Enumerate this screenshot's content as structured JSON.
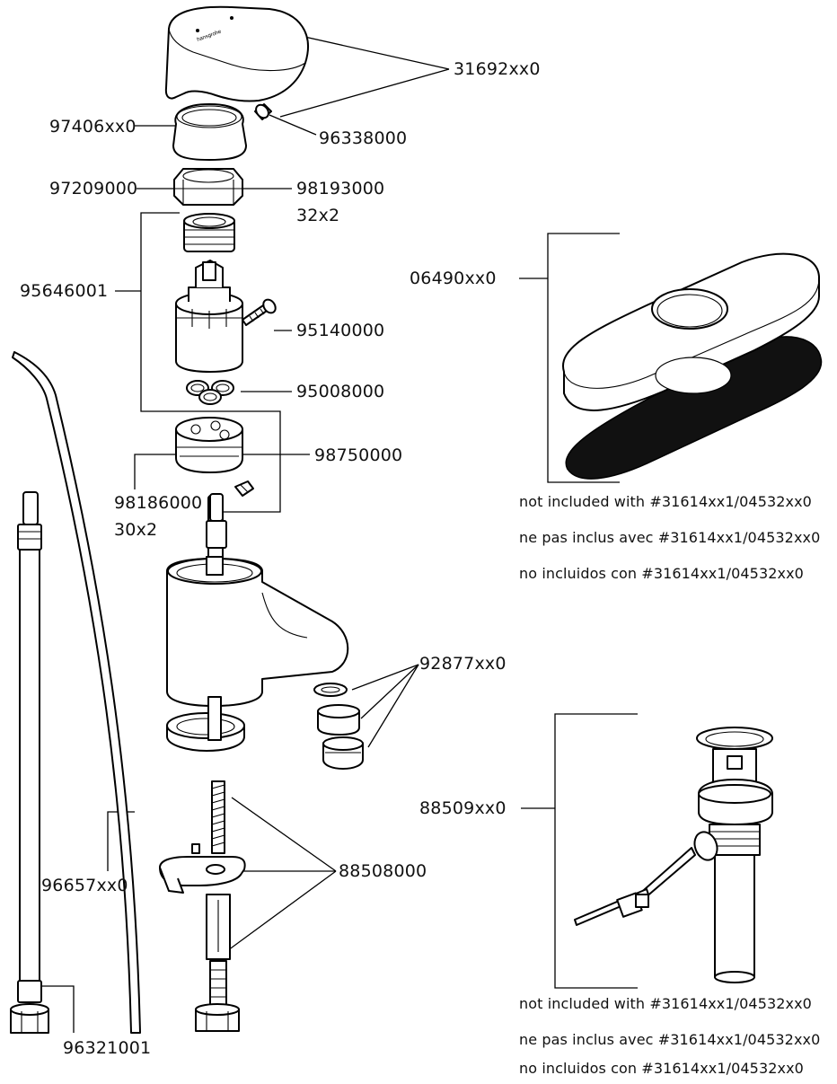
{
  "parts": {
    "p31692": "31692xx0",
    "p97406": "97406xx0",
    "p96338": "96338000",
    "p97209": "97209000",
    "p98193": "98193000",
    "p98193_sub": "32x2",
    "p95646": "95646001",
    "p95140": "95140000",
    "p95008": "95008000",
    "p98750": "98750000",
    "p98186": "98186000",
    "p98186_sub": "30x2",
    "p06490": "06490xx0",
    "p92877": "92877xx0",
    "p88509": "88509xx0",
    "p88508": "88508000",
    "p96657": "96657xx0",
    "p96321": "96321001"
  },
  "notes": {
    "plate": [
      "not included with #31614xx1/04532xx0",
      "ne pas inclus avec #31614xx1/04532xx0",
      "no incluidos con #31614xx1/04532xx0"
    ],
    "drain": [
      "not included with #31614xx1/04532xx0",
      "ne pas inclus avec #31614xx1/04532xx0",
      "no incluidos con #31614xx1/04532xx0"
    ]
  },
  "handle_brand": "hansgrohe"
}
